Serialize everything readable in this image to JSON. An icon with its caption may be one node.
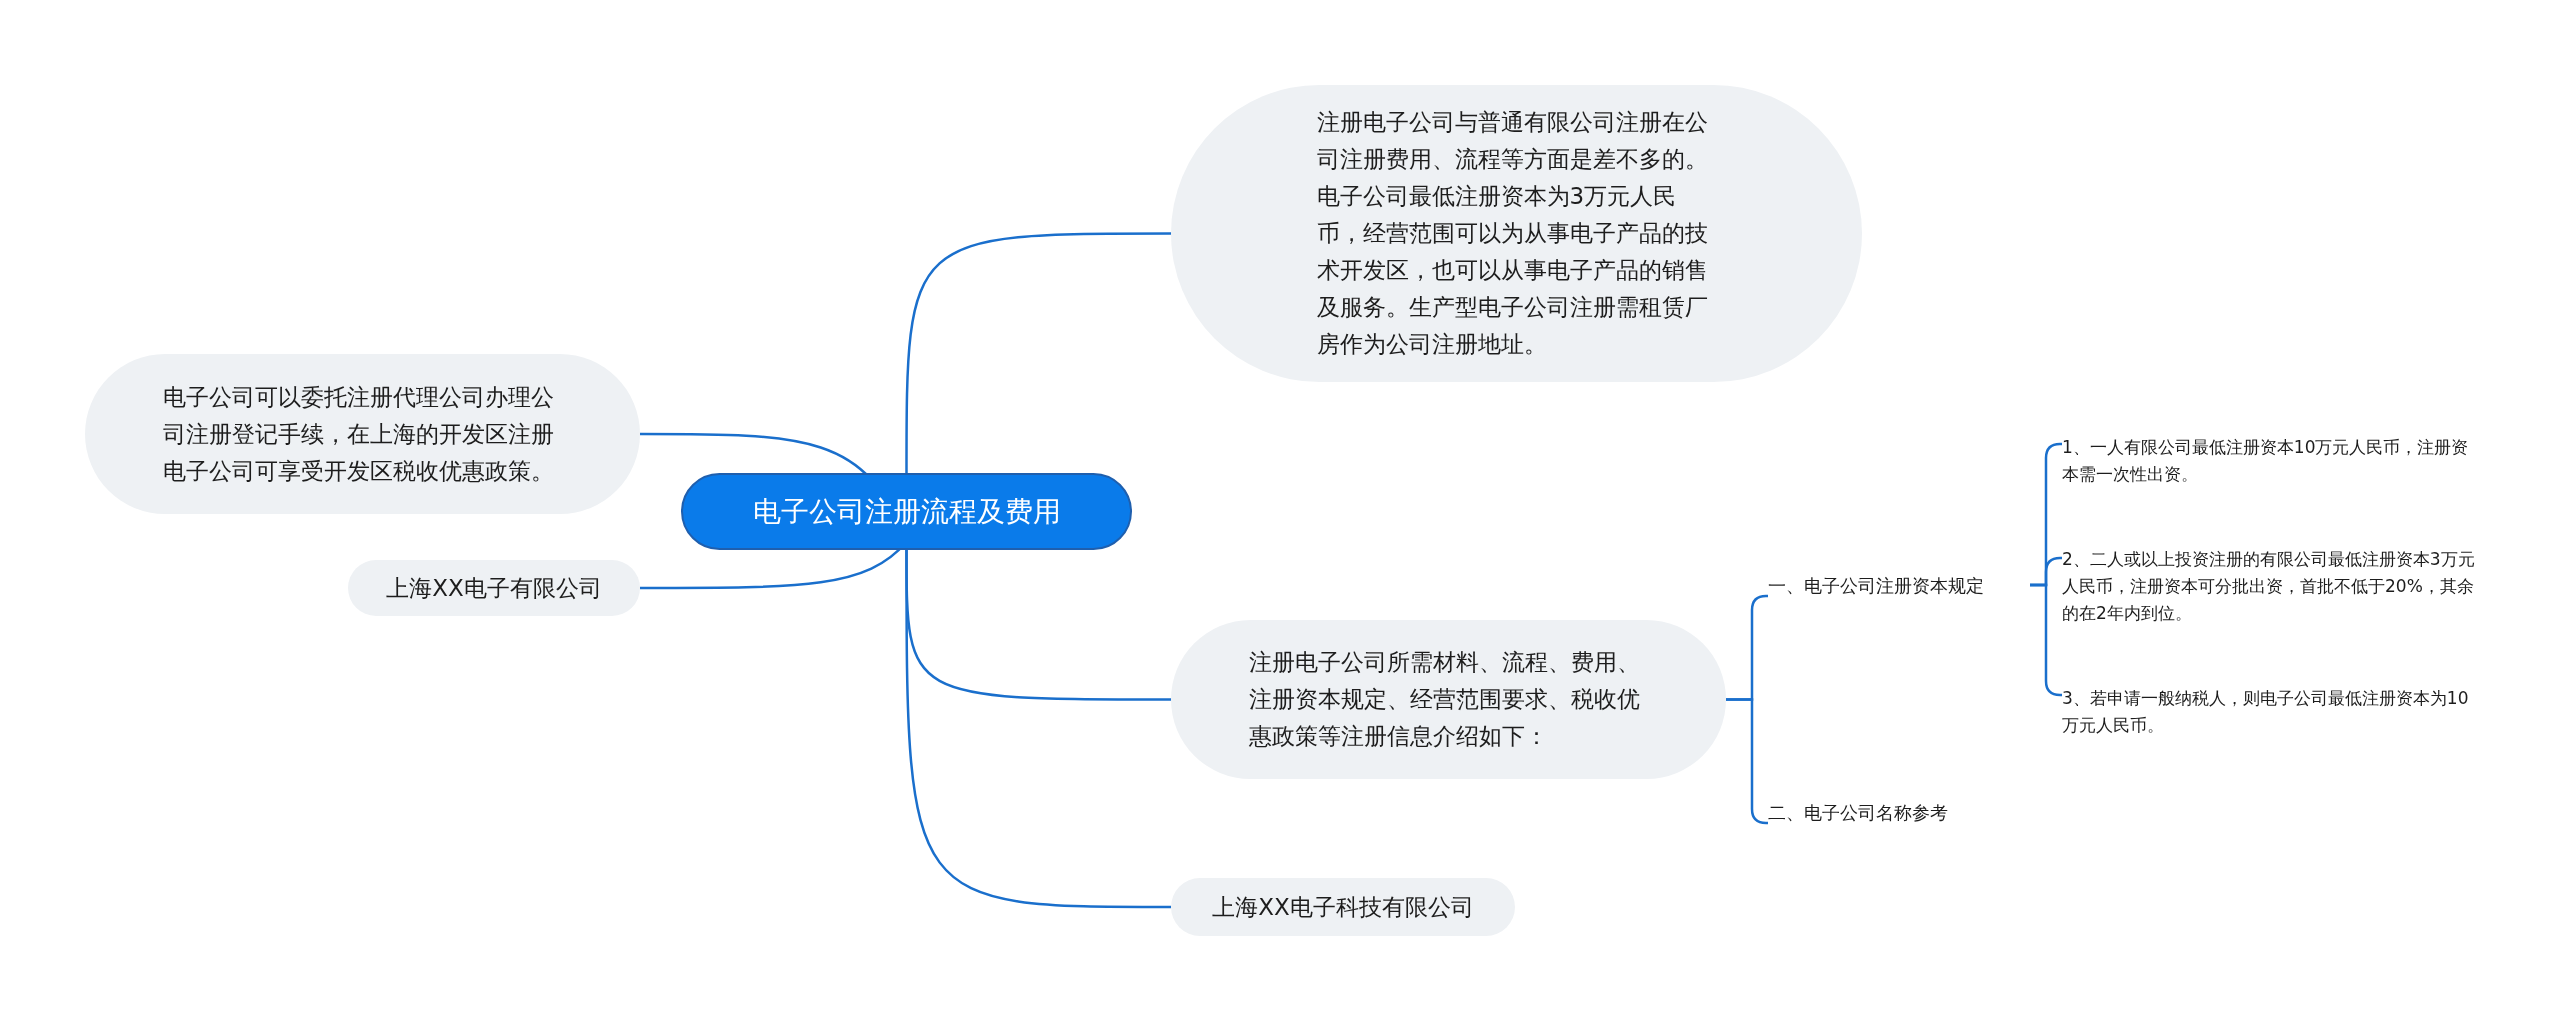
{
  "diagram": {
    "nodes": [
      {
        "text": [
          "电子公司注册流程及费用"
        ]
      },
      {
        "text": [
          "注册电子公司与普通有限公司注册在公司注册费用、流程等方面是差不多的。电子公司最低注册资本为3万元人民币，经营范围可以为从事电子产品的技术开发区，也可以从事电子产品的销售及服务。生产型电子公司注册需租赁厂房作为公司注册地址。"
        ]
      },
      {
        "text": [
          "电子公司可以委托注册代理公司办理公司注册登记手续，在上海的开发区注册电子公司可享受开发区税收优惠政策。"
        ]
      },
      {
        "text": [
          "上海XX电子有限公司"
        ]
      },
      {
        "text": [
          "注册电子公司所需材料、流程、费用、注册资本规定、经营范围要求、税收优惠政策等注册信息介绍如下："
        ]
      },
      {
        "text": [
          "上海XX电子科技有限公司"
        ]
      },
      {
        "text": [
          "一、电子公司注册资本规定"
        ]
      },
      {
        "text": [
          "二、电子公司名称参考"
        ]
      },
      {
        "text": [
          "1、一人有限公司最低注册资本10万元人民币，注册资本需一次性出资。"
        ]
      },
      {
        "text": [
          "2、二人或以上投资注册的有限公司最低注册资本3万元人民币，注册资本可分批出资，首批不低于20%，其余的在2年内到位。"
        ]
      },
      {
        "text": [
          "3、若申请一般纳税人，则电子公司最低注册资本为10万元人民币。"
        ]
      }
    ],
    "edges": [
      {
        "from": 0,
        "to": 1,
        "arrow": "none"
      },
      {
        "from": 0,
        "to": 2,
        "arrow": "none"
      },
      {
        "from": 0,
        "to": 3,
        "arrow": "none"
      },
      {
        "from": 0,
        "to": 4,
        "arrow": "none"
      },
      {
        "from": 0,
        "to": 5,
        "arrow": "none"
      },
      {
        "from": 4,
        "to": 6,
        "arrow": "none"
      },
      {
        "from": 4,
        "to": 7,
        "arrow": "none"
      },
      {
        "from": 6,
        "to": 8,
        "arrow": "none"
      },
      {
        "from": 6,
        "to": 9,
        "arrow": "none"
      },
      {
        "from": 6,
        "to": 10,
        "arrow": "none"
      }
    ]
  }
}
